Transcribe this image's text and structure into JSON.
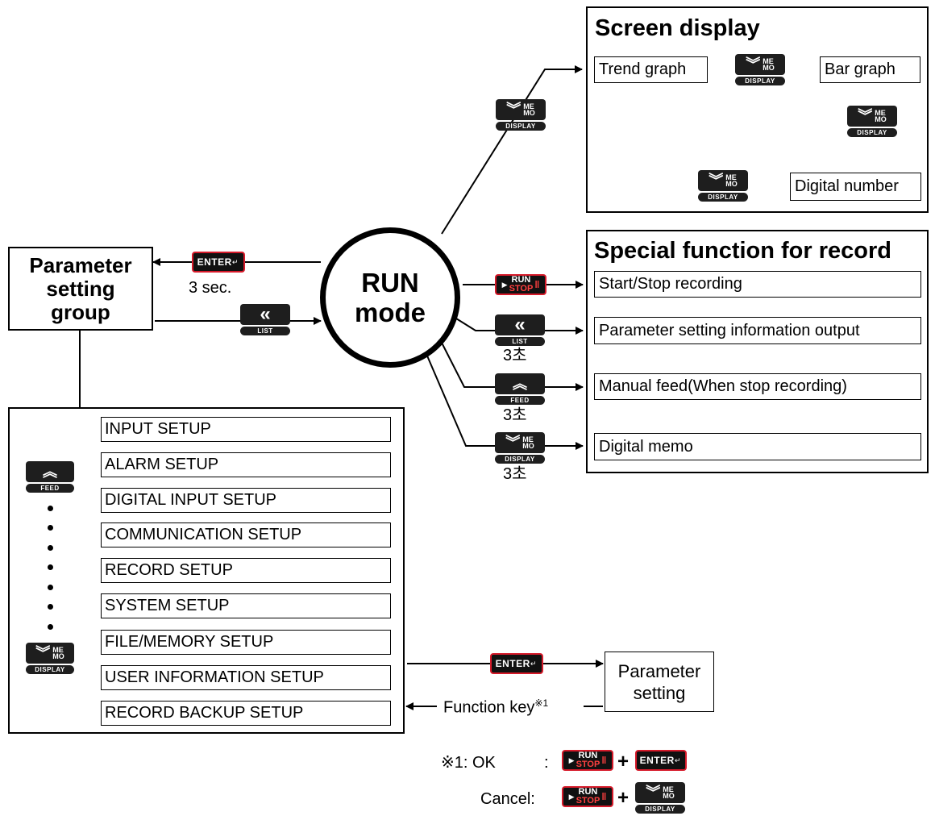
{
  "run_mode": {
    "line1": "RUN",
    "line2": "mode"
  },
  "parameter_group": {
    "line1": "Parameter",
    "line2": "setting",
    "line3": "group"
  },
  "enter_hold_label": "3 sec.",
  "screen_display": {
    "title": "Screen display",
    "nodes": {
      "trend": "Trend graph",
      "bar": "Bar graph",
      "digital": "Digital number"
    }
  },
  "special_function": {
    "title": "Special function for record",
    "items": [
      "Start/Stop recording",
      "Parameter setting information output",
      "Manual feed(When stop recording)",
      "Digital memo"
    ],
    "hold_label": "3초"
  },
  "menu": {
    "items": [
      "INPUT SETUP",
      "ALARM SETUP",
      "DIGITAL INPUT SETUP",
      "COMMUNICATION SETUP",
      "RECORD SETUP",
      "SYSTEM SETUP",
      "FILE/MEMORY SETUP",
      "USER INFORMATION SETUP",
      "RECORD BACKUP SETUP"
    ]
  },
  "parameter_setting": {
    "line1": "Parameter",
    "line2": "setting"
  },
  "function_key": {
    "label": "Function key",
    "mark": "※1"
  },
  "footnote": {
    "ok_label": "※1: OK",
    "ok_colon": ":",
    "cancel_label": "Cancel:",
    "plus": "+"
  },
  "keys": {
    "enter": "ENTER",
    "list_glyph": "«",
    "list_sub": "LIST",
    "feed_glyph": "︽",
    "feed_sub": "FEED",
    "display_glyph": "︾",
    "display_memo_top": "ME",
    "display_memo_bottom": "MO",
    "display_sub": "DISPLAY",
    "run_top": "RUN",
    "run_bottom": "STOP"
  },
  "colors": {
    "key_dark": "#1e1e1e",
    "key_red_border": "#d61a2a",
    "line": "#000000"
  }
}
